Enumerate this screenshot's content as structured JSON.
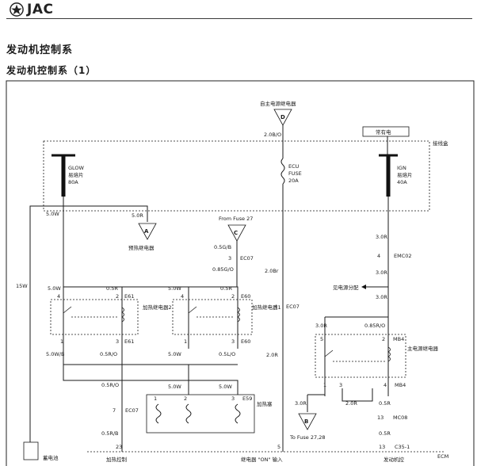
{
  "brand": {
    "name": "JAC",
    "logo_icon": "jac-star-logo"
  },
  "title": "发动机控制系",
  "subtitle": "发动机控制系（1）",
  "diagram": {
    "top_relay_label": "自主电源继电器",
    "top_relay_id": "D",
    "top_wire": "2.0B/O",
    "always_on_label": "常有电",
    "junction_box": "接线盒",
    "fuses": {
      "glow_name": "GLOW",
      "glow_type": "易熔片",
      "glow_rating": "80A",
      "ecu_name": "ECU",
      "ecu_type": "FUSE",
      "ecu_rating": "20A",
      "ign_name": "IGN",
      "ign_type": "易熔片",
      "ign_rating": "40A"
    },
    "wires": {
      "w50w_left": "5.0W",
      "w50r_glow": "5.0R",
      "w15w": "15W",
      "w50w_a": "5.0W",
      "w05r_a": "0.5R",
      "w50w_b": "5.0W",
      "w05r_b": "0.5R",
      "w50wb": "5.0W/B",
      "w05ro_a": "0.5R/O",
      "w50w_c": "5.0W",
      "w05lo": "0.5L/O",
      "w05ro_b": "0.5R/O",
      "w50w_d": "5.0W",
      "w50w_e": "5.0W",
      "w05rb": "0.5R/B",
      "w05gb": "0.5G/B",
      "w085go": "0.85G/O",
      "w20br": "2.0Br",
      "w20r": "2.0R",
      "w30r_a": "3.0R",
      "w30r_b": "3.0R",
      "w30r_c": "3.0R",
      "w085ro": "0.85R/O",
      "w30r_d": "3.0R",
      "w20r_b": "2.0R",
      "w05r_c": "0.5R",
      "w05r_d": "0.5R",
      "n23": "23",
      "n5": "5",
      "n13": "13"
    },
    "connectors": {
      "a_id": "A",
      "a_label": "预热继电器",
      "c_from": "From Fuse 27",
      "c_id": "C",
      "b_id": "B",
      "b_to": "To Fuse 27,28",
      "ec07_a": "EC07",
      "ec07_b": "EC07",
      "ec07_c": "EC07",
      "emc02": "EMC02",
      "e61_top": "E61",
      "e61_bot": "E61",
      "e60_top": "E60",
      "e60_bot": "E60",
      "mb4_top": "MB4",
      "mb4_bot": "MB4",
      "e59": "E59",
      "mc08": "MC08",
      "c35": "C35-1",
      "pin3": "3",
      "pin4": "4",
      "pin7": "7",
      "pin13": "13"
    },
    "relays": {
      "heater2": "加热继电器2",
      "heater1": "加热继电器1",
      "main_relay": "主电源继电器",
      "glow_plug": "加热塞",
      "split_label": "见电源分配"
    },
    "pins": {
      "p1": "1",
      "p2": "2",
      "p3": "3",
      "p4": "4",
      "p5": "5"
    },
    "bottom": {
      "battery": "蓄电池",
      "heater_control": "加热控制",
      "relay_on_input": "继电器 \"ON\" 输入",
      "engine_control": "发动机控",
      "ecm": "ECM"
    }
  }
}
